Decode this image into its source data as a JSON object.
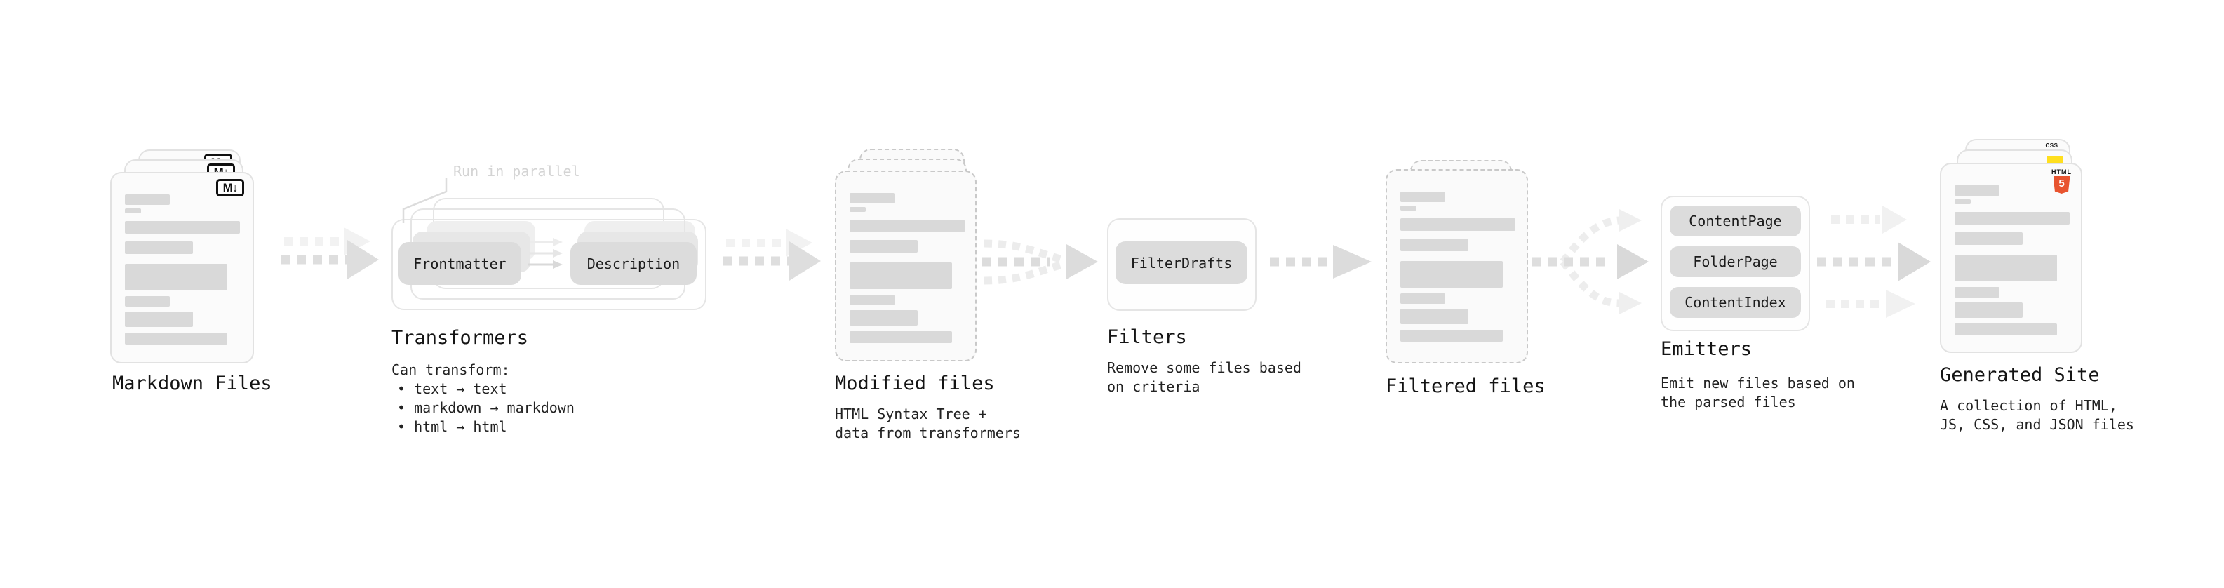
{
  "stages": {
    "markdown_files": {
      "label": "Markdown Files",
      "file_icon": "M↓"
    },
    "transformers": {
      "label": "Transformers",
      "annotation": "Run in parallel",
      "input_pill": "Frontmatter",
      "output_pill": "Description",
      "description_title": "Can transform:",
      "bullets": [
        "• text → text",
        "• markdown → markdown",
        "• html → html"
      ]
    },
    "modified_files": {
      "label": "Modified files",
      "description_line1": "HTML Syntax Tree +",
      "description_line2": "data from transformers"
    },
    "filters": {
      "label": "Filters",
      "pill": "FilterDrafts",
      "description_line1": "Remove some files based",
      "description_line2": "on criteria"
    },
    "filtered_files": {
      "label": "Filtered files"
    },
    "emitters": {
      "label": "Emitters",
      "pills": [
        "ContentPage",
        "FolderPage",
        "ContentIndex"
      ],
      "description_line1": "Emit new files based on",
      "description_line2": "the parsed files"
    },
    "generated_site": {
      "label": "Generated Site",
      "description_line1": "A collection of HTML,",
      "description_line2": "JS, CSS, and JSON files",
      "badges": {
        "html_word": "HTML",
        "html_number": "5",
        "css_word": "CSS"
      }
    }
  },
  "colors": {
    "html_orange": "#e8542f",
    "js_yellow": "#ffdf1e",
    "css_blue": "#2b66f0",
    "pill_gray": "#dcdcdc",
    "bar_gray": "#d9d9d9",
    "arrow_gray": "#dedede",
    "arrow_light": "#f1f1f1"
  }
}
